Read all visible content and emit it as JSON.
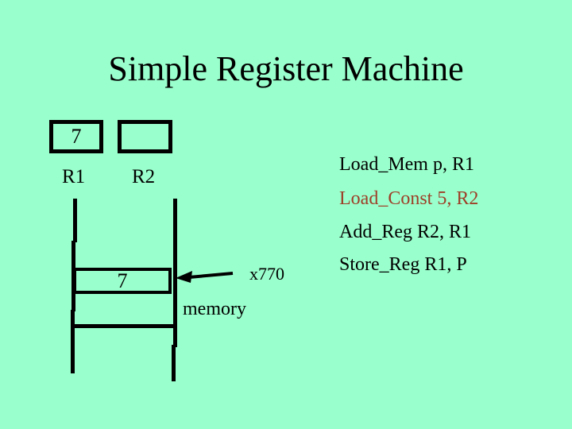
{
  "slide": {
    "title": "Simple Register Machine",
    "background_color": "#99FFCC",
    "text_color": "#000000",
    "highlight_color": "#9E3E28"
  },
  "registers": {
    "r1": {
      "label": "R1",
      "value": "7"
    },
    "r2": {
      "label": "R2",
      "value": ""
    }
  },
  "memory": {
    "label": "memory",
    "highlighted_cell_value": "7",
    "pointer_label": "x770"
  },
  "instructions": {
    "lines": [
      {
        "text": "Load_Mem p, R1",
        "highlighted": false
      },
      {
        "text": "Load_Const 5, R2",
        "highlighted": true
      },
      {
        "text": "Add_Reg R2, R1",
        "highlighted": false
      },
      {
        "text": "Store_Reg R1, P",
        "highlighted": false
      }
    ]
  }
}
